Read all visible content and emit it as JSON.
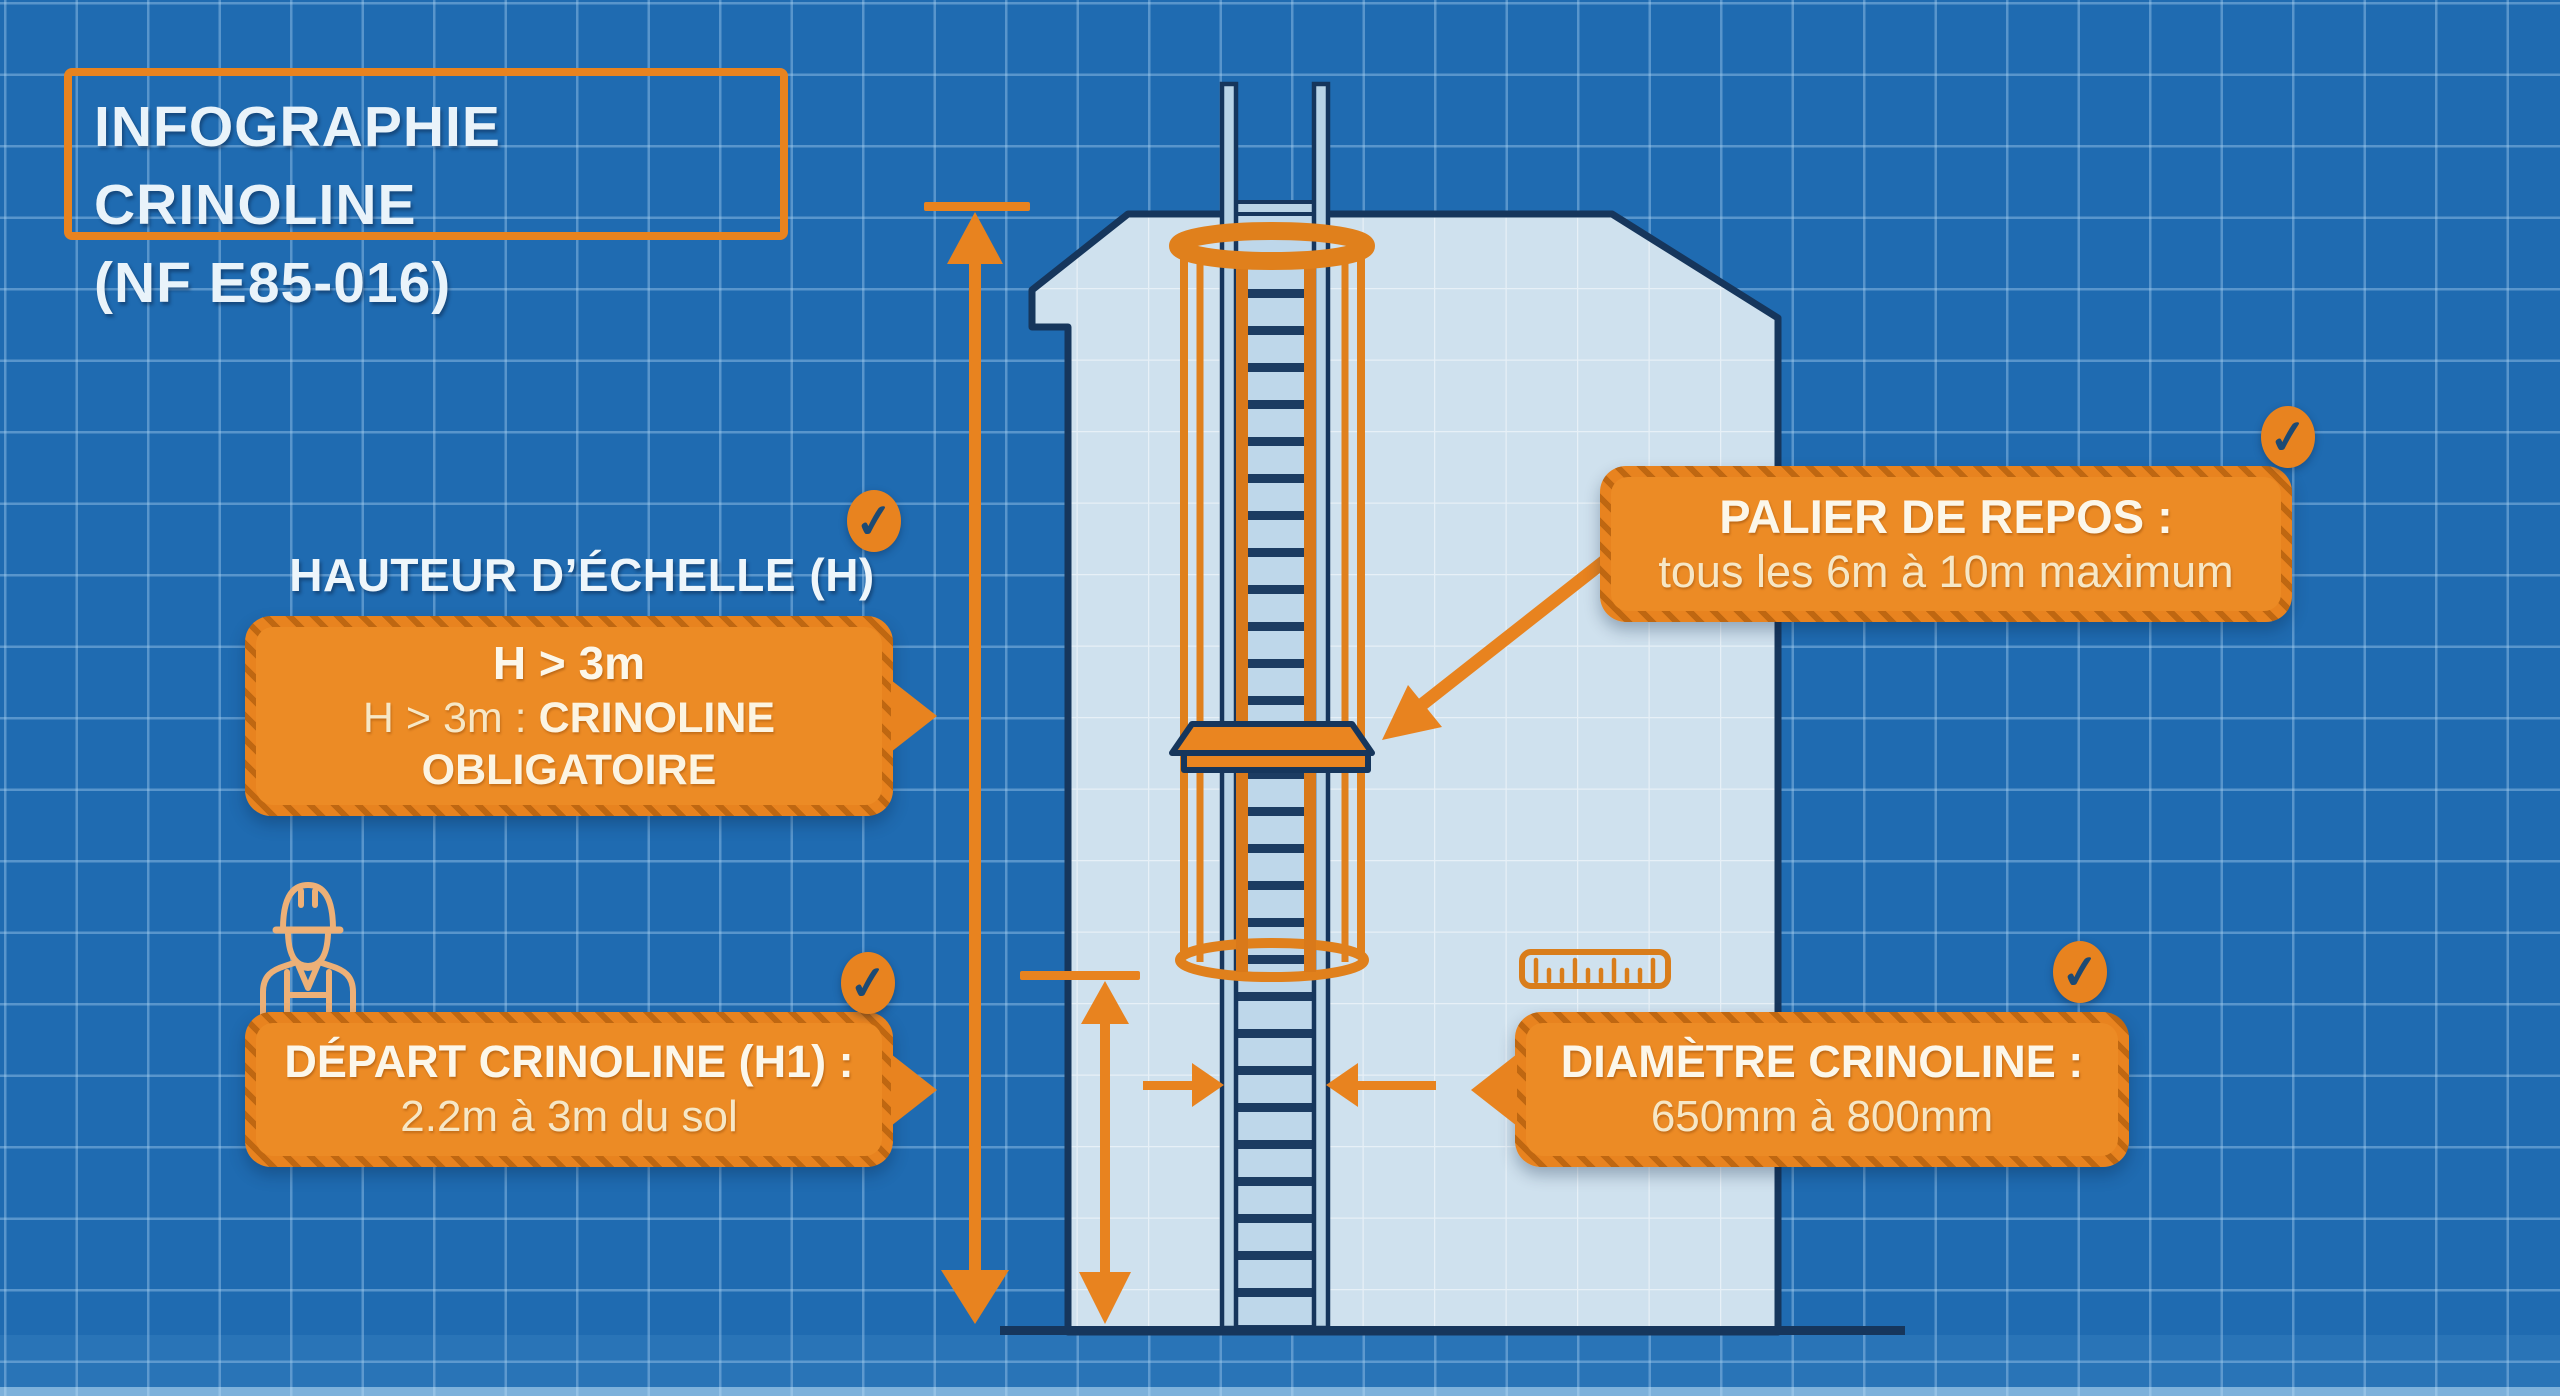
{
  "title": {
    "line1": "INFOGRAPHIE CRINOLINE",
    "line2": "(NF E85-016)"
  },
  "callouts": {
    "hauteur": {
      "heading": "HAUTEUR D’ÉCHELLE (H)",
      "rule": "H > 3m",
      "rule_detail_prefix": "H > 3m : ",
      "rule_detail_bold": "CRINOLINE OBLIGATOIRE"
    },
    "palier": {
      "heading": "PALIER DE REPOS :",
      "value": "tous les 6m à 10m maximum"
    },
    "depart": {
      "heading": "DÉPART CRINOLINE (H1) :",
      "value": "2.2m à 3m du sol"
    },
    "diametre": {
      "heading": "DIAMÈTRE CRINOLINE :",
      "value": "650mm à 800mm"
    }
  },
  "ui": {
    "check_glyph": "✓"
  },
  "icons": {
    "checkmark": "check-icon",
    "worker": "worker-hardhat-icon",
    "ruler": "ruler-icon"
  },
  "colors": {
    "background_blue": "#1f6bb1",
    "accent_orange": "#e8831f",
    "navy_outline": "#16365c",
    "building_fill": "#cfe1ee",
    "text_cream": "#f6e7c6",
    "text_white": "#fcf7ea",
    "check_navy": "#1c4a74"
  }
}
